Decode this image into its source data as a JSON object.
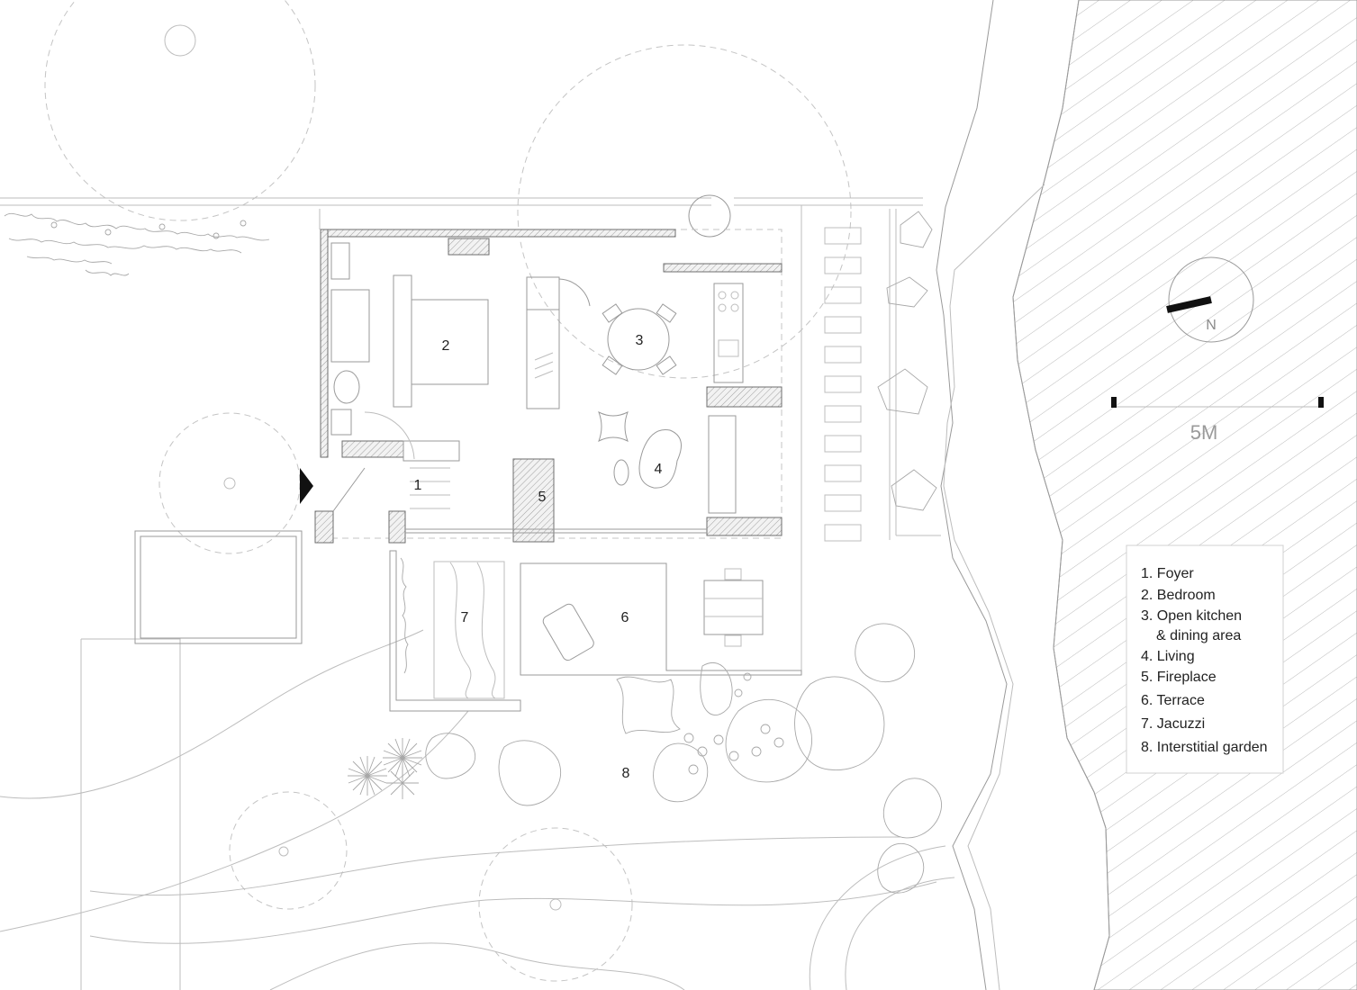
{
  "rooms": [
    {
      "num": "1"
    },
    {
      "num": "2"
    },
    {
      "num": "3"
    },
    {
      "num": "4"
    },
    {
      "num": "5"
    },
    {
      "num": "6"
    },
    {
      "num": "7"
    },
    {
      "num": "8"
    }
  ],
  "legend": {
    "items": [
      "1. Foyer",
      "2. Bedroom",
      "3. Open kitchen",
      "& dining area",
      "4. Living",
      "5. Fireplace",
      "6. Terrace",
      "7. Jacuzzi",
      "8. Interstitial garden"
    ]
  },
  "north": {
    "label": "N"
  },
  "scale": {
    "label": "5M"
  },
  "colors": {
    "line": "#9a9a9a",
    "wall": "#6e6e6e",
    "ink": "#222222",
    "fill": "#ececec"
  }
}
